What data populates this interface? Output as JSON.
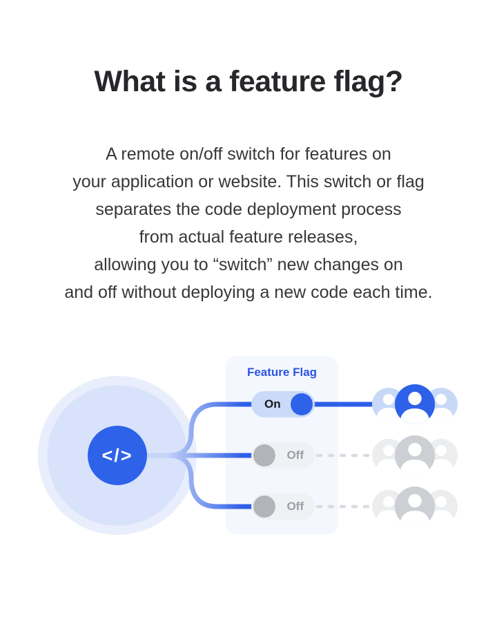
{
  "heading": "What is a feature flag?",
  "description": {
    "lines": [
      "A remote on/off switch for features on",
      "your application or website. This switch or flag",
      "separates the code deployment process",
      "from actual feature releases,",
      "allowing you to “switch” new changes on",
      "and off without deploying a new code each time."
    ]
  },
  "diagram": {
    "code_icon": "</>",
    "panel": {
      "title": "Feature Flag"
    },
    "toggles": [
      {
        "label": "On",
        "state": "on"
      },
      {
        "label": "Off",
        "state": "off"
      },
      {
        "label": "Off",
        "state": "off"
      }
    ],
    "user_groups": [
      {
        "state": "active"
      },
      {
        "state": "inactive"
      },
      {
        "state": "inactive"
      }
    ],
    "colors": {
      "accent_blue": "#2e5fe8",
      "toggle_on_bg": "#cbdaf8",
      "toggle_off_bg": "#f0f1f4",
      "toggle_off_knob": "#b1b4b9",
      "panel_bg": "#f4f7fd",
      "panel_title_blue": "#2b55e2",
      "pale_line_blue": "#c6d4f8",
      "dash_gray": "#d9dbde",
      "group_active_side": "#c8d9f8",
      "group_active_mid": "#2e61e9",
      "group_inactive_side": "#ebedef",
      "group_inactive_mid": "#ccd0d4",
      "heading_text": "#27272b",
      "body_text": "#37373b"
    }
  }
}
